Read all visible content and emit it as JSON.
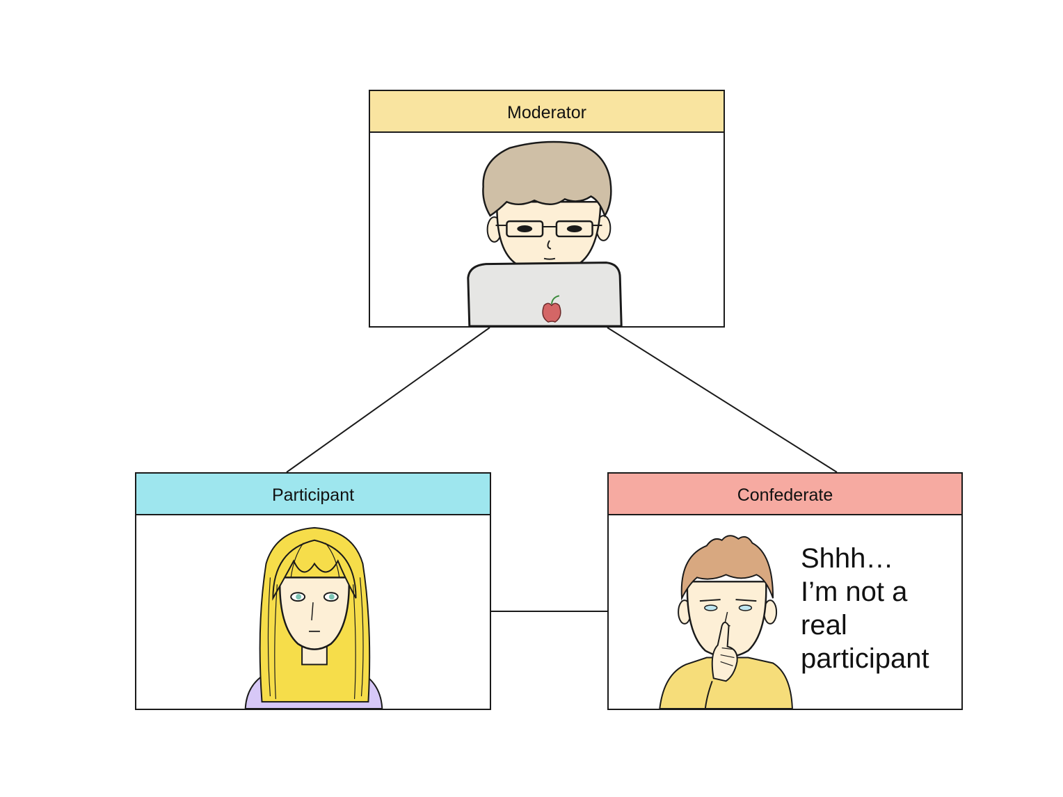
{
  "colors": {
    "moderator_header": "#f9e4a0",
    "participant_header": "#9ee6ee",
    "confederate_header": "#f6aaa1",
    "border": "#1a1a1a"
  },
  "nodes": [
    {
      "id": "moderator",
      "label": "Moderator",
      "icon": "moderator-avatar"
    },
    {
      "id": "participant",
      "label": "Participant",
      "icon": "participant-avatar"
    },
    {
      "id": "confederate",
      "label": "Confederate",
      "icon": "confederate-avatar"
    }
  ],
  "speech": {
    "lines": [
      "Shhh…",
      "I’m not a",
      "real",
      "participant"
    ]
  },
  "edges": [
    {
      "from": "moderator",
      "to": "participant"
    },
    {
      "from": "moderator",
      "to": "confederate"
    },
    {
      "from": "participant",
      "to": "confederate"
    }
  ]
}
